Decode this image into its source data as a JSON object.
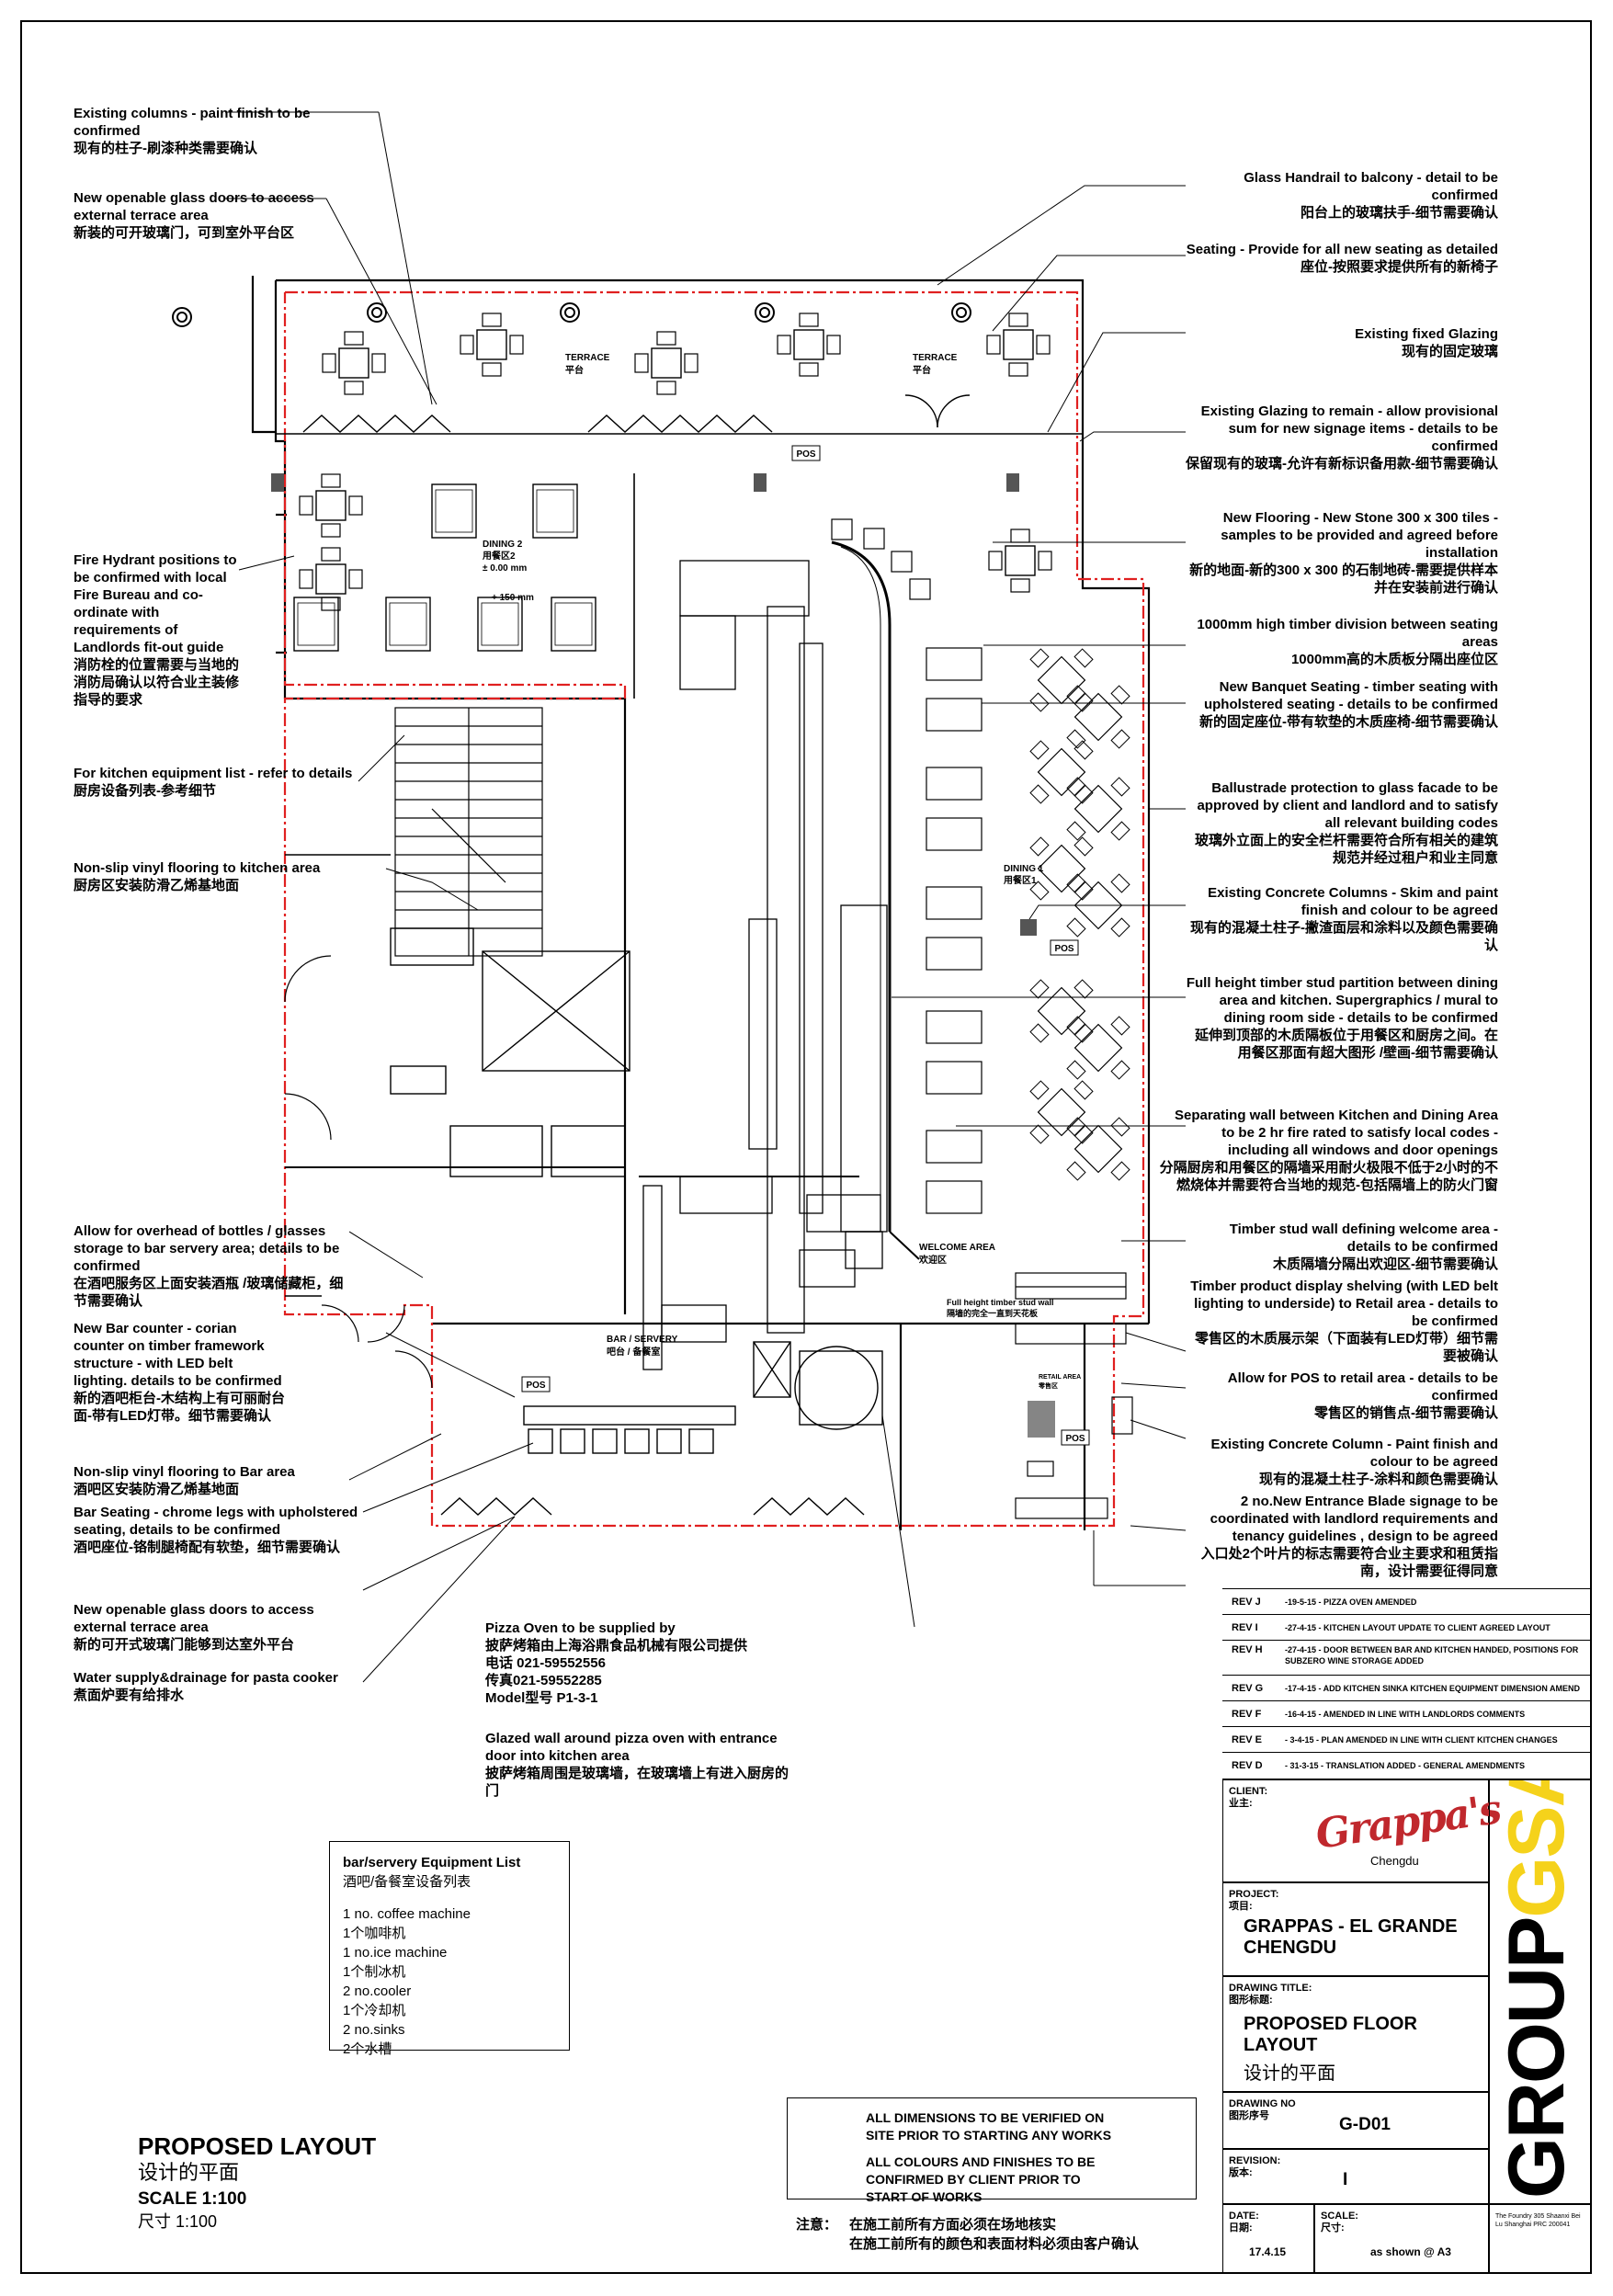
{
  "colors": {
    "boundary": "#e02020",
    "ink": "#000000",
    "logo_red": "#c0282d",
    "logo_yellow": "#f5d21b"
  },
  "left_notes": [
    {
      "en": "Existing columns - paint finish to be confirmed",
      "zh": "现有的柱子-刷漆种类需要确认"
    },
    {
      "en": "New openable glass doors to access external terrace area",
      "zh": "新装的可开玻璃门，可到室外平台区"
    },
    {
      "en": "Fire Hydrant positions to be confirmed with local Fire Bureau and co-ordinate with requirements of Landlords fit-out guide",
      "zh": "消防栓的位置需要与当地的消防局确认以符合业主装修指导的要求"
    },
    {
      "en": "For kitchen equipment list - refer to details",
      "zh": "厨房设备列表-参考细节"
    },
    {
      "en": "Non-slip vinyl flooring to kitchen area",
      "zh": "厨房区安装防滑乙烯基地面"
    },
    {
      "en": "Allow for overhead of bottles / glasses storage to bar servery area; details to be confirmed",
      "zh": "在酒吧服务区上面安装酒瓶 /玻璃储藏柜，细节需要确认"
    },
    {
      "en": "New Bar counter - corian counter on timber framework structure - with LED belt lighting. details to be confirmed",
      "zh": "新的酒吧柜台-木结构上有可丽耐台面-带有LED灯带。细节需要确认"
    },
    {
      "en": "Non-slip vinyl flooring to Bar area",
      "zh": "酒吧区安装防滑乙烯基地面"
    },
    {
      "en": "Bar Seating - chrome legs with upholstered seating, details to be confirmed",
      "zh": "酒吧座位-铬制腿椅配有软垫，细节需要确认"
    },
    {
      "en": "New openable glass doors to access external terrace area",
      "zh": "新的可开式玻璃门能够到达室外平台"
    },
    {
      "en": "Water supply&drainage for pasta cooker",
      "zh": "煮面炉要有给排水"
    }
  ],
  "right_notes": [
    {
      "en": "Glass Handrail to balcony - detail to be confirmed",
      "zh": "阳台上的玻璃扶手-细节需要确认"
    },
    {
      "en": "Seating - Provide for all new seating as detailed",
      "zh": "座位-按照要求提供所有的新椅子"
    },
    {
      "en": "Existing fixed Glazing",
      "zh": "现有的固定玻璃"
    },
    {
      "en": "Existing Glazing to remain - allow provisional sum for new signage items - details to be confirmed",
      "zh": "保留现有的玻璃-允许有新标识备用款-细节需要确认"
    },
    {
      "en": "New Flooring - New Stone 300 x 300 tiles - samples to be provided and agreed before installation",
      "zh": "新的地面-新的300 x 300 的石制地砖-需要提供样本并在安装前进行确认"
    },
    {
      "en": "1000mm high timber division between seating areas",
      "zh": "1000mm高的木质板分隔出座位区"
    },
    {
      "en": "New Banquet Seating - timber seating with upholstered seating - details to be confirmed",
      "zh": "新的固定座位-带有软垫的木质座椅-细节需要确认"
    },
    {
      "en": "Ballustrade protection to glass facade to be approved by client and landlord and to satisfy all relevant building codes",
      "zh": "玻璃外立面上的安全栏杆需要符合所有相关的建筑规范并经过租户和业主同意"
    },
    {
      "en": "Existing Concrete Columns - Skim and paint finish and colour to be agreed",
      "zh": "现有的混凝土柱子-撇渣面层和涂料以及颜色需要确认"
    },
    {
      "en": "Full height timber stud partition between dining area and kitchen. Supergraphics / mural to dining room side - details to be confirmed",
      "zh": "延伸到顶部的木质隔板位于用餐区和厨房之间。在用餐区那面有超大图形 /壁画-细节需要确认"
    },
    {
      "en": "Separating wall between Kitchen and Dining Area to be 2 hr fire rated to satisfy local codes - including all windows and door openings",
      "zh": "分隔厨房和用餐区的隔墙采用耐火极限不低于2小时的不燃烧体并需要符合当地的规范-包括隔墙上的防火门窗"
    },
    {
      "en": "Timber stud wall defining welcome area - details to be confirmed",
      "zh": "木质隔墙分隔出欢迎区-细节需要确认"
    },
    {
      "en": "Timber product display shelving (with LED belt lighting to underside) to Retail area - details to be confirmed",
      "zh": "零售区的木质展示架（下面装有LED灯带）细节需要被确认"
    },
    {
      "en": "Allow for POS to retail area - details to be confirmed",
      "zh": "零售区的销售点-细节需要确认"
    },
    {
      "en": "Existing Concrete Column - Paint finish and colour to be agreed",
      "zh": "现有的混凝土柱子-涂料和颜色需要确认"
    },
    {
      "en": "2 no.New Entrance Blade signage to be coordinated with landlord requirements and tenancy guidelines , design to be agreed",
      "zh": "入口处2个叶片的标志需要符合业主要求和租赁指南，设计需要征得同意"
    }
  ],
  "pizza_notes": [
    {
      "lines": [
        "Pizza Oven to be supplied by",
        "披萨烤箱由上海浴鼎食品机械有限公司提供",
        "电话 021-59552556",
        "传真021-59552285",
        "Model型号 P1-3-1"
      ]
    },
    {
      "lines": [
        "Glazed wall around pizza oven with entrance door into kitchen area",
        "披萨烤箱周围是玻璃墙，在玻璃墙上有进入厨房的门"
      ]
    }
  ],
  "plan_labels": {
    "terrace1": "TERRACE",
    "terrace1_zh": "平台",
    "terrace2": "TERRACE",
    "terrace2_zh": "平台",
    "dining2": "DINING 2",
    "dining2_zh": "用餐区2",
    "dining2_level": "± 0.00 mm",
    "dining2_step": "+ 150 mm",
    "dining1": "DINING 1",
    "dining1_zh": "用餐区1",
    "welcome": "WELCOME AREA",
    "welcome_zh": "欢迎区",
    "bar": "BAR / SERVERY",
    "bar_zh": "吧台 / 备餐室",
    "retail": "RETAIL AREA",
    "retail_zh": "零售区",
    "partition": "Full height timber stud wall",
    "partition_zh": "隔墙的完全一直到天花板",
    "pos1": "POS",
    "pos2": "POS",
    "pos3": "POS",
    "pos4": "POS"
  },
  "equipment": {
    "title": "bar/servery Equipment List",
    "title_zh": "酒吧/备餐室设备列表",
    "items": [
      "1 no. coffee machine",
      "1个咖啡机",
      "1 no.ice machine",
      "1个制冰机",
      "2 no.cooler",
      "1个冷却机",
      "2 no.sinks",
      "2个水槽"
    ]
  },
  "title": {
    "main": "PROPOSED LAYOUT",
    "zh": "设计的平面",
    "scale": "SCALE 1:100",
    "scale_zh": "尺寸 1:100"
  },
  "dimensions_note": [
    "ALL DIMENSIONS TO BE VERIFIED ON SITE PRIOR TO STARTING ANY WORKS",
    "ALL COLOURS AND FINISHES TO BE CONFIRMED BY CLIENT PRIOR TO START OF WORKS"
  ],
  "zh_note": {
    "label": "注意：",
    "lines": [
      "在施工前所有方面必须在场地核实",
      "在施工前所有的颜色和表面材料必须由客户确认"
    ]
  },
  "revisions": [
    {
      "rev": "REV J",
      "text": "-19-5-15 - PIZZA OVEN AMENDED"
    },
    {
      "rev": "REV I",
      "text": "-27-4-15 - KITCHEN LAYOUT UPDATE TO CLIENT AGREED LAYOUT"
    },
    {
      "rev": "REV H",
      "text": "-27-4-15 - DOOR BETWEEN BAR AND KITCHEN HANDED, POSITIONS FOR SUBZERO WINE STORAGE ADDED"
    },
    {
      "rev": "REV G",
      "text": "-17-4-15 - ADD KITCHEN SINKA KITCHEN EQUIPMENT DIMENSION AMEND"
    },
    {
      "rev": "REV F",
      "text": "-16-4-15 - AMENDED IN LINE WITH LANDLORDS COMMENTS"
    },
    {
      "rev": "REV E",
      "text": "- 3-4-15 - PLAN AMENDED IN LINE WITH CLIENT KITCHEN CHANGES"
    },
    {
      "rev": "REV D",
      "text": "- 31-3-15 - TRANSLATION ADDED - GENERAL AMENDMENTS"
    }
  ],
  "titleblock": {
    "client_label": "CLIENT:",
    "client_label_zh": "业主:",
    "logo_text": "Grappa's",
    "logo_city": "Chengdu",
    "project_label": "PROJECT:",
    "project_label_zh": "项目:",
    "project": "GRAPPAS - EL GRANDE CHENGDU",
    "drawing_title_label": "DRAWING TITLE:",
    "drawing_title_label_zh": "图形标题:",
    "drawing_title": "PROPOSED FLOOR LAYOUT",
    "drawing_title_zh": "设计的平面",
    "drawing_no_label": "DRAWING NO",
    "drawing_no_label_zh": "图形序号",
    "drawing_no": "G-D01",
    "revision_label": "REVISION:",
    "revision_label_zh": "版本:",
    "revision": "I",
    "date_label": "DATE:",
    "date_label_zh": "日期:",
    "date": "17.4.15",
    "scale_label": "SCALE:",
    "scale_label_zh": "尺寸:",
    "scale": "as shown @ A3",
    "brand": "GROUPGSA",
    "address": "The Foundry 305 Shaanxi Bei Lu Shanghai PRC 200041"
  }
}
